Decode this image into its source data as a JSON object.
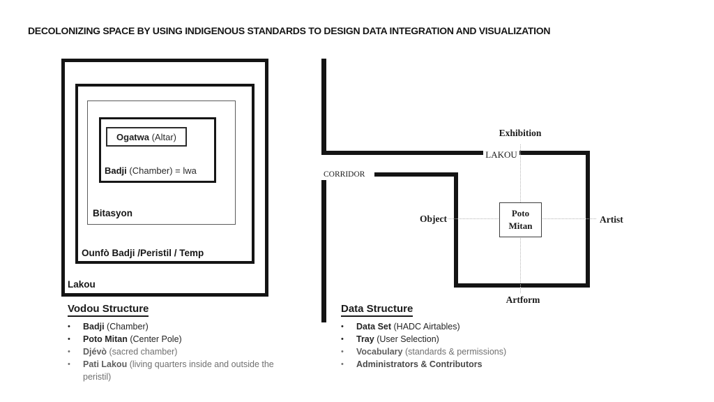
{
  "title": "DECOLONIZING SPACE BY USING INDIGENOUS STANDARDS TO DESIGN DATA INTEGRATION AND VISUALIZATION",
  "bullets": {
    "char": "•"
  },
  "colors": {
    "wall": "#141414",
    "text_black": "#1f1f1f",
    "text_gray": "#707070",
    "dotted_line": "#b3b3b3"
  },
  "vodou_diagram": {
    "ogatwa_bold": "Ogatwa",
    "ogatwa_rest": " (Altar)",
    "badji_bold": "Badji",
    "badji_rest": " (Chamber) = lwa",
    "bitasyon_label": "Bitasyon",
    "ounfo_label": "Ounfò Badji /Peristil / Temp",
    "lakou_label": "Lakou"
  },
  "data_diagram": {
    "exhibition_label": "Exhibition",
    "lakou_label": "LAKOU",
    "corridor_label": "CORRIDOR",
    "object_label": "Object",
    "artist_label": "Artist",
    "artform_label": "Artform",
    "poto_line1": "Poto",
    "poto_line2": "Mitan"
  },
  "vodou_list": {
    "heading": "Vodou Structure",
    "items": [
      {
        "bold": "Badji",
        "rest": " (Chamber)"
      },
      {
        "bold": "Poto Mitan",
        "rest": " (Center Pole)"
      },
      {
        "bold": "Djévò",
        "rest": " (sacred chamber)"
      },
      {
        "bold": "Pati Lakou",
        "rest": " (living quarters inside and outside the peristil)"
      }
    ]
  },
  "data_list": {
    "heading": "Data Structure",
    "items": [
      {
        "bold": "Data Set",
        "rest": " (HADC Airtables)"
      },
      {
        "bold": "Tray",
        "rest": " (User Selection)"
      },
      {
        "bold": "Vocabulary",
        "rest": " (standards & permissions)"
      },
      {
        "bold": "Administrators & Contributors",
        "rest": ""
      }
    ]
  }
}
